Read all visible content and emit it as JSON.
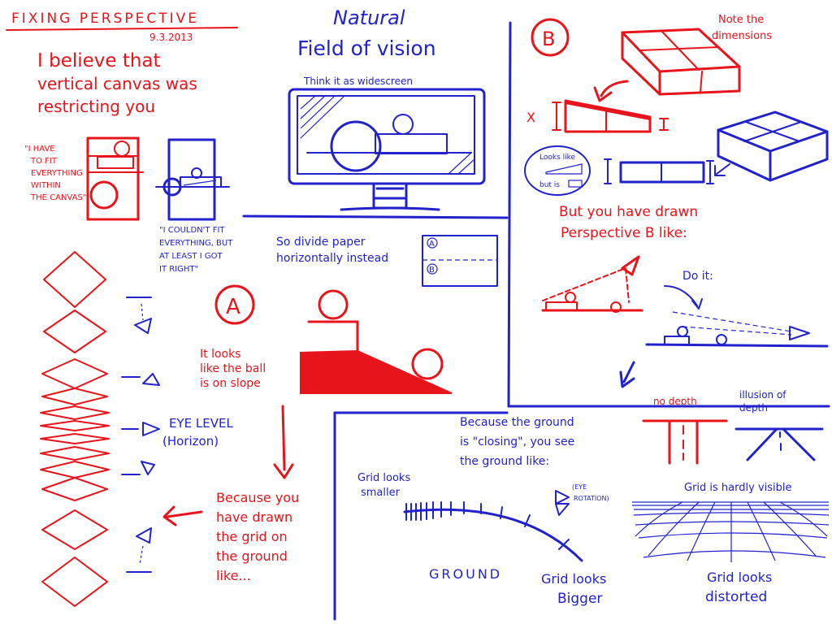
{
  "colors": {
    "red": "#e8141b",
    "blue": "#2222cc",
    "pink": "#f28a8e"
  },
  "header": {
    "title": "FIXING PERSPECTIVE",
    "date": "9.3.2013"
  },
  "intro": {
    "line1": "I believe that",
    "line2": "vertical canvas was",
    "line3": "restricting you"
  },
  "quote_fit": {
    "l1": "\"I HAVE",
    "l2": "TO FIT",
    "l3": "EVERYTHING",
    "l4": "WITHIN",
    "l5": "THE CANVAS\""
  },
  "quote_couldnt": {
    "l1": "\"I COULDN'T FIT",
    "l2": "EVERYTHING, BUT",
    "l3": "AT LEAST I GOT",
    "l4": "IT RIGHT\""
  },
  "natural": {
    "l1": "Natural",
    "l2": "Field of vision",
    "widescreen": "Think it as widescreen"
  },
  "divide": {
    "l1": "So divide paper",
    "l2": "horizontally instead",
    "panel_a": "A",
    "panel_b": "B"
  },
  "section_a": {
    "marker": "A",
    "l1": "It looks",
    "l2": "like the ball",
    "l3": "is on slope"
  },
  "eye_level": {
    "l1": "EYE LEVEL",
    "l2": "(Horizon)"
  },
  "because_grid": {
    "l1": "Because you",
    "l2": "have drawn",
    "l3": "the grid on",
    "l4": "the ground",
    "l5": "like..."
  },
  "section_b": {
    "marker": "B",
    "note1": "Note the",
    "note2": "dimensions",
    "x_mark": "X"
  },
  "looks_like": {
    "l1": "Looks like",
    "l2": "but is"
  },
  "drawn_b": {
    "l1": "But you have drawn",
    "l2": "Perspective B like:"
  },
  "do_it": "Do it:",
  "depth": {
    "no_depth": "no depth",
    "illusion1": "illusion of",
    "illusion2": "depth"
  },
  "closing": {
    "l1": "Because the ground",
    "l2": "is \"closing\", you see",
    "l3": "the ground like:"
  },
  "grid_labels": {
    "smaller1": "Grid looks",
    "smaller2": "smaller",
    "ground": "GROUND",
    "bigger1": "Grid looks",
    "bigger2": "Bigger"
  },
  "eye_rotation": {
    "l1": "(EYE",
    "l2": "ROTATION)"
  },
  "distorted": {
    "hardly": "Grid is hardly visible",
    "d1": "Grid looks",
    "d2": "distorted"
  }
}
